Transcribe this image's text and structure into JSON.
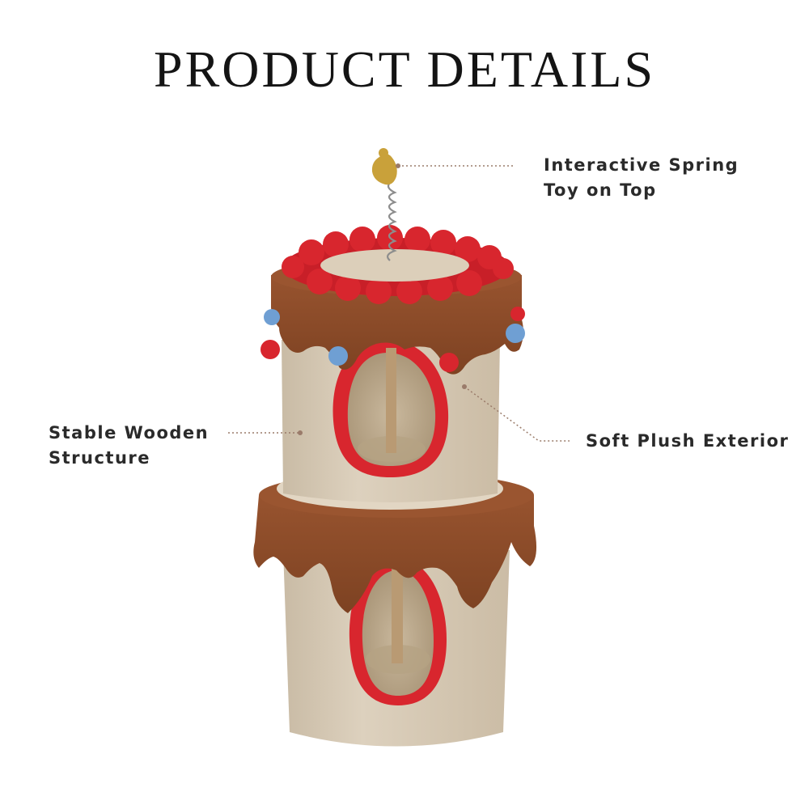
{
  "title": "PRODUCT DETAILS",
  "callouts": {
    "spring_toy": {
      "line1": "Interactive Spring",
      "line2": "Toy on Top"
    },
    "structure": {
      "line1": "Stable Wooden",
      "line2": "Structure"
    },
    "plush": {
      "line1": "Soft Plush Exterior"
    }
  },
  "colors": {
    "text": "#2a2a2a",
    "leader_line": "#9a7b6a",
    "plush_beige": "#d9ccb8",
    "chocolate_brown": "#8a4a26",
    "cushion_red": "#d8262e",
    "pompom_blue": "#6f9fd3",
    "toy_mustard": "#c9a13a"
  }
}
